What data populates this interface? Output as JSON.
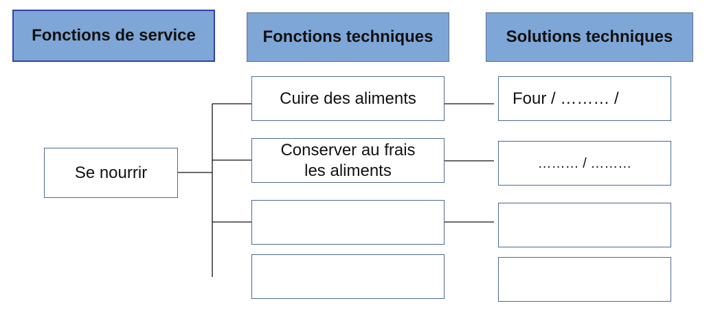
{
  "headers": {
    "service": "Fonctions de service",
    "techniques": "Fonctions techniques",
    "solutions": "Solutions techniques"
  },
  "service_functions": [
    {
      "label": "Se nourrir"
    }
  ],
  "technical_functions": [
    {
      "label": "Cuire des aliments"
    },
    {
      "label": "Conserver au frais\nles aliments"
    },
    {
      "label": ""
    },
    {
      "label": ""
    }
  ],
  "technical_solutions": [
    {
      "label": "Four / ……… /"
    },
    {
      "label": "……… / ………"
    },
    {
      "label": ""
    },
    {
      "label": ""
    }
  ],
  "colors": {
    "header_fill": "#7ea6d6",
    "header_border_first": "#2f3fb0",
    "box_border": "#4a6a90",
    "line": "#111111"
  }
}
